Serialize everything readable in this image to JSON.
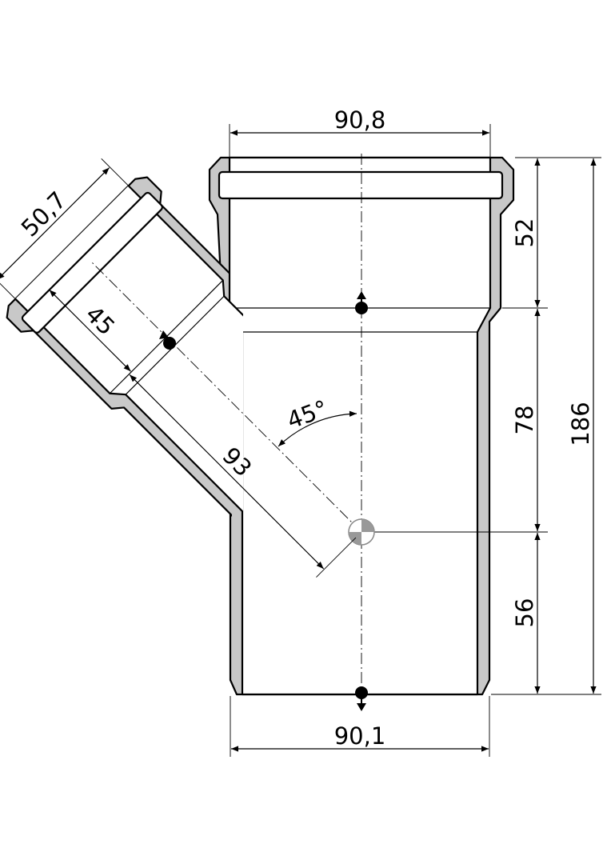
{
  "drawing": {
    "title": "45° pipe branch fitting",
    "dimensions": {
      "top_socket_width": "90,8",
      "bottom_width": "90,1",
      "socket_depth": "52",
      "middle_height": "78",
      "lower_height": "56",
      "total_height": "186",
      "branch_width": "50,7",
      "branch_socket_depth": "45",
      "branch_length": "93",
      "branch_angle": "45°"
    },
    "colors": {
      "wall": "#c8c8c8",
      "line": "#000000"
    }
  }
}
